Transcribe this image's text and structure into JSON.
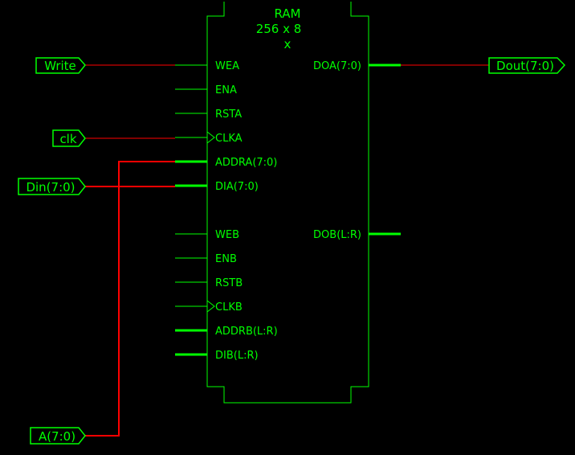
{
  "colors": {
    "background": "#000000",
    "symbol": "#00ff00",
    "wire": "#ff0000"
  },
  "block": {
    "title": "RAM",
    "size": "256 x 8",
    "suffix": "x"
  },
  "pins": {
    "wea": "WEA",
    "ena": "ENA",
    "rsta": "RSTA",
    "clka": "CLKA",
    "addra": "ADDRA(7:0)",
    "dia": "DIA(7:0)",
    "web": "WEB",
    "enb": "ENB",
    "rstb": "RSTB",
    "clkb": "CLKB",
    "addrb": "ADDRB(L:R)",
    "dib": "DIB(L:R)",
    "doa": "DOA(7:0)",
    "dob": "DOB(L:R)"
  },
  "ports": {
    "write": "Write",
    "clk": "clk",
    "din": "Din(7:0)",
    "addr": "A(7:0)",
    "dout": "Dout(7:0)"
  }
}
